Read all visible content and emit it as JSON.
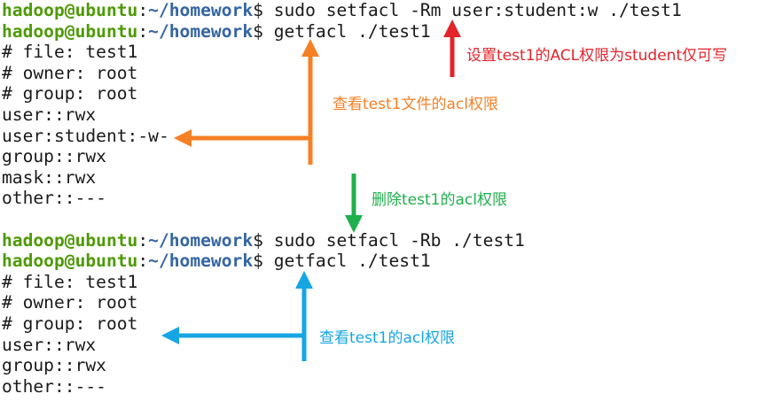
{
  "colors": {
    "user_host": "#4e9a06",
    "path": "#3465a4",
    "red": "#e3242b",
    "orange": "#f58025",
    "green": "#1fb04c",
    "blue": "#16a6e4"
  },
  "terminal": {
    "prompt_user": "hadoop@ubuntu",
    "prompt_sep": ":",
    "prompt_path": "~/homework",
    "prompt_symbol": "$",
    "block1": {
      "cmd1": " sudo setfacl -Rm user:student:w ./test1",
      "cmd2": " getfacl ./test1",
      "output": [
        "# file: test1",
        "# owner: root",
        "# group: root",
        "user::rwx",
        "user:student:-w-",
        "group::rwx",
        "mask::rwx",
        "other::---"
      ]
    },
    "block2": {
      "cmd1": " sudo setfacl -Rb ./test1",
      "cmd2": " getfacl ./test1",
      "output": [
        "# file: test1",
        "# owner: root",
        "# group: root",
        "user::rwx",
        "group::rwx",
        "other::---"
      ]
    }
  },
  "annotations": {
    "set_acl": "设置test1的ACL权限为student仅可写",
    "view_acl_file": "查看test1文件的acl权限",
    "delete_acl": "删除test1的acl权限",
    "view_acl": "查看test1的acl权限"
  }
}
